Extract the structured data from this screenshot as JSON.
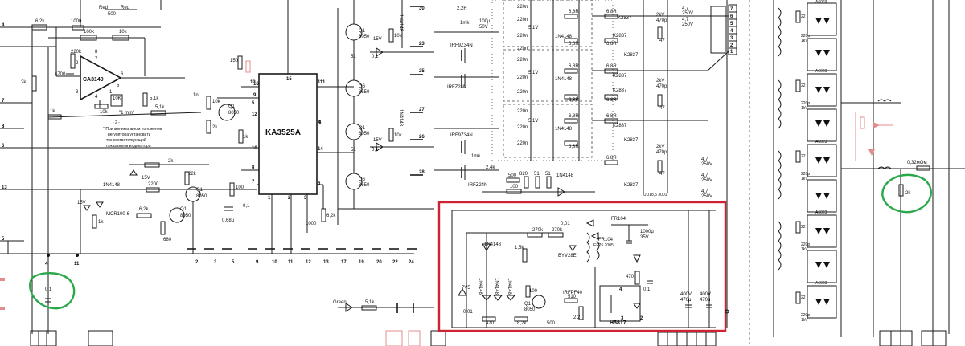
{
  "ic_main": {
    "name": "KA3525A",
    "pins": [
      "16",
      "15",
      "13",
      "11",
      "9",
      "14",
      "12",
      "10",
      "6",
      "5",
      "8",
      "7",
      "1",
      "2",
      "3",
      "4"
    ]
  },
  "ic_opamp": {
    "name": "CA3140",
    "pins": [
      "7",
      "2",
      "3",
      "6",
      "4",
      "5",
      "1",
      "8"
    ]
  },
  "note": {
    "line1": "* При минимальном положении",
    "line2": "регулятора установить",
    "line3": "ток соответствующий",
    "line4": "показаниям индикатора",
    "star": "- 2 -"
  },
  "labels_left": {
    "r_6k2": "6,2k",
    "r_100k": "100k",
    "r_10k_a": "10k",
    "c_1000": "1000",
    "r_220k": "220k",
    "c_4700": "4700",
    "r_2k": "2k",
    "r_1k": "1k",
    "r_10k_b": "10k",
    "r_10k_pot": "10K",
    "r_1min": "\"1 min\"",
    "r_5k1_a": "5,1k",
    "r_5k1_b": "5,1k",
    "red1": "Red",
    "red2": "Red",
    "c_500": "500",
    "r_8": "8",
    "pin5": "5"
  },
  "labels_mid": {
    "c_1n": "1n",
    "r_10k_c": "10k",
    "q1": "Q1",
    "q1_type": "8050",
    "r_2k_b": "2k",
    "r_150": "150",
    "r_1k_b": "1k",
    "r_22k": "22k",
    "z_15v_a": "15V",
    "d_1n4148": "1N4148",
    "c_2200": "2200",
    "r_6k2_b": "6,2k",
    "q1_b": "Q1",
    "q1_b_type": "8050",
    "r_680": "680",
    "d_15v_b": "15V",
    "scr": "MCR100-6",
    "r_1k_c": "1k",
    "c_0_1": "0,1",
    "r_100": "100",
    "c_0_68": "0,68μ",
    "c_0_1_b": "0,1",
    "c_1000_b": "1000",
    "r_6k2_c": "6,2k",
    "r_5k1_c": "5,1k",
    "green": "Green",
    "pins_bottom": [
      "2",
      "3",
      "5",
      "9",
      "10",
      "11",
      "12",
      "13",
      "17",
      "19",
      "20",
      "22",
      "24"
    ]
  },
  "driver": {
    "q1a": "Q1",
    "q1a_t": "8050",
    "q1b": "Q1",
    "q1b_t": "8050",
    "q6a": "Q6",
    "q6a_t": "8550",
    "q6b": "Q6",
    "q6b_t": "8550",
    "r_51a": "51",
    "r_51b": "51",
    "z_15a": "15V",
    "z_15b": "15V",
    "c_01a": "0,1",
    "c_01b": "0,1",
    "d_a": "1N4148",
    "d_b": "1N4148",
    "r_10ka": "10k",
    "r_10kb": "10k",
    "n30": "30",
    "n23": "23",
    "n25": "25",
    "n27": "27",
    "n26": "26",
    "n28": "28",
    "n4": "4",
    "n11": "11",
    "n14": "14",
    "m1": "IRF9Z34N",
    "m2": "IRFZ24N",
    "m3": "IRF9Z34N",
    "m4": "IRFZ24N",
    "r_1mk": "1mk",
    "c_100u": "100μ",
    "c_50v": "50V",
    "r_2r2": "2,2R",
    "r_1mk_b": "1mk",
    "r_2k4": "2.4k",
    "r_500": "500",
    "r_820": "820",
    "r_51c": "51",
    "r_51d": "51",
    "d_c": "1N4148",
    "r_100b": "100"
  },
  "sections": {
    "c_220n": "220n",
    "d_5v1": "5,1V",
    "d_1n4148": "1N4148",
    "r_6r8": "6,8R",
    "q_k2837": "K2837",
    "r_47": "47",
    "c_2kv": "2kV",
    "c_470p": "470p",
    "c_4u7": "4,7",
    "c_250v": "250V",
    "uu": "UU18,5 3001"
  },
  "connector": {
    "pins": [
      "7",
      "6",
      "5",
      "4",
      "3",
      "2",
      "1"
    ]
  },
  "output": {
    "diode": "A6023",
    "c_220p": "220p",
    "c_1kv": "1kV",
    "r_22": "22",
    "shunt": "0,32мОм",
    "r_2k": "2k"
  },
  "aux": {
    "d_1n4148": "1N4148",
    "r_1k5": "1,5k",
    "c_0_01": "0,01",
    "r_270k_a": "270k",
    "r_270k_b": "270k",
    "d_fr104_a": "FR104",
    "d_fr104_b": "FR104",
    "t": "EE25 2005",
    "d_byv": "BYV28E",
    "c_1000u": "1000μ",
    "c_35v": "35V",
    "r_470_a": "470",
    "c_0_1": "0,1",
    "z_7v5": "7V5",
    "d_1n4148_b": "1N4148",
    "d_1n4148_c": "1N4148",
    "d_1n4148_d": "1N4148",
    "r_100": "100",
    "q1": "Q1",
    "q1_t": "8050",
    "m": "IRFPF40",
    "r_510": "510",
    "c_0_01b": "0,01",
    "r_470_b": "470",
    "r_8k2": "8,2k",
    "c_500": "500",
    "r_2_2": "2,2",
    "opto": "H5817",
    "pin4": "4",
    "pin3": "3",
    "pin2": "2",
    "c_400v_a": "400V",
    "c_470p_a": "470μ",
    "c_400v_b": "400V",
    "c_470p_b": "470μ"
  },
  "colors": {
    "highlight_box": "#cc2233",
    "annotation": "#2aa84a",
    "faded_red": "#e28d8d"
  }
}
